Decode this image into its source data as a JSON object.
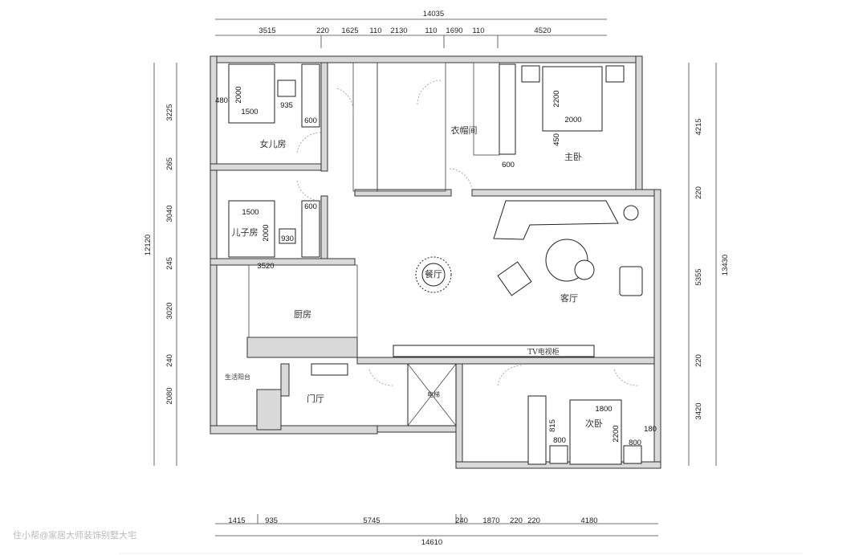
{
  "dimensions": {
    "top_total": "14035",
    "top": [
      "3515",
      "220",
      "1625",
      "110",
      "2130",
      "110",
      "1690",
      "110",
      "4520"
    ],
    "bottom_total": "14610",
    "bottom": [
      "1415",
      "935",
      "5745",
      "240",
      "1870",
      "220",
      "220",
      "4180"
    ],
    "left_total": "12120",
    "left": [
      "3225",
      "265",
      "3040",
      "245",
      "3020",
      "240",
      "2080"
    ],
    "right_total": "13430",
    "right": [
      "4215",
      "220",
      "5355",
      "220",
      "3420"
    ]
  },
  "rooms": {
    "daughter": "女儿房",
    "son": "儿子房",
    "cloakroom": "衣帽间",
    "master": "主卧",
    "dining": "餐厅",
    "living": "客厅",
    "kitchen": "厨房",
    "balcony": "生活阳台",
    "foyer": "门厅",
    "elevator": "电梯",
    "second": "次卧",
    "tv": "TV电视柜"
  },
  "furniture_dims": {
    "d_480": "480",
    "d_2000": "2000",
    "d_1500": "1500",
    "d_935": "935",
    "d_600": "600",
    "s_1500": "1500",
    "s_2000": "2000",
    "s_930": "930",
    "s_600": "600",
    "s_3520": "3520",
    "m_2200": "2200",
    "m_2000": "2000",
    "m_450": "450",
    "m_600": "600",
    "c_1800": "1800",
    "c_815": "815",
    "c_800a": "800",
    "c_2200": "2200",
    "c_800b": "800",
    "c_180": "180"
  },
  "watermark": "住小帮@家居大师装饰别墅大宅"
}
